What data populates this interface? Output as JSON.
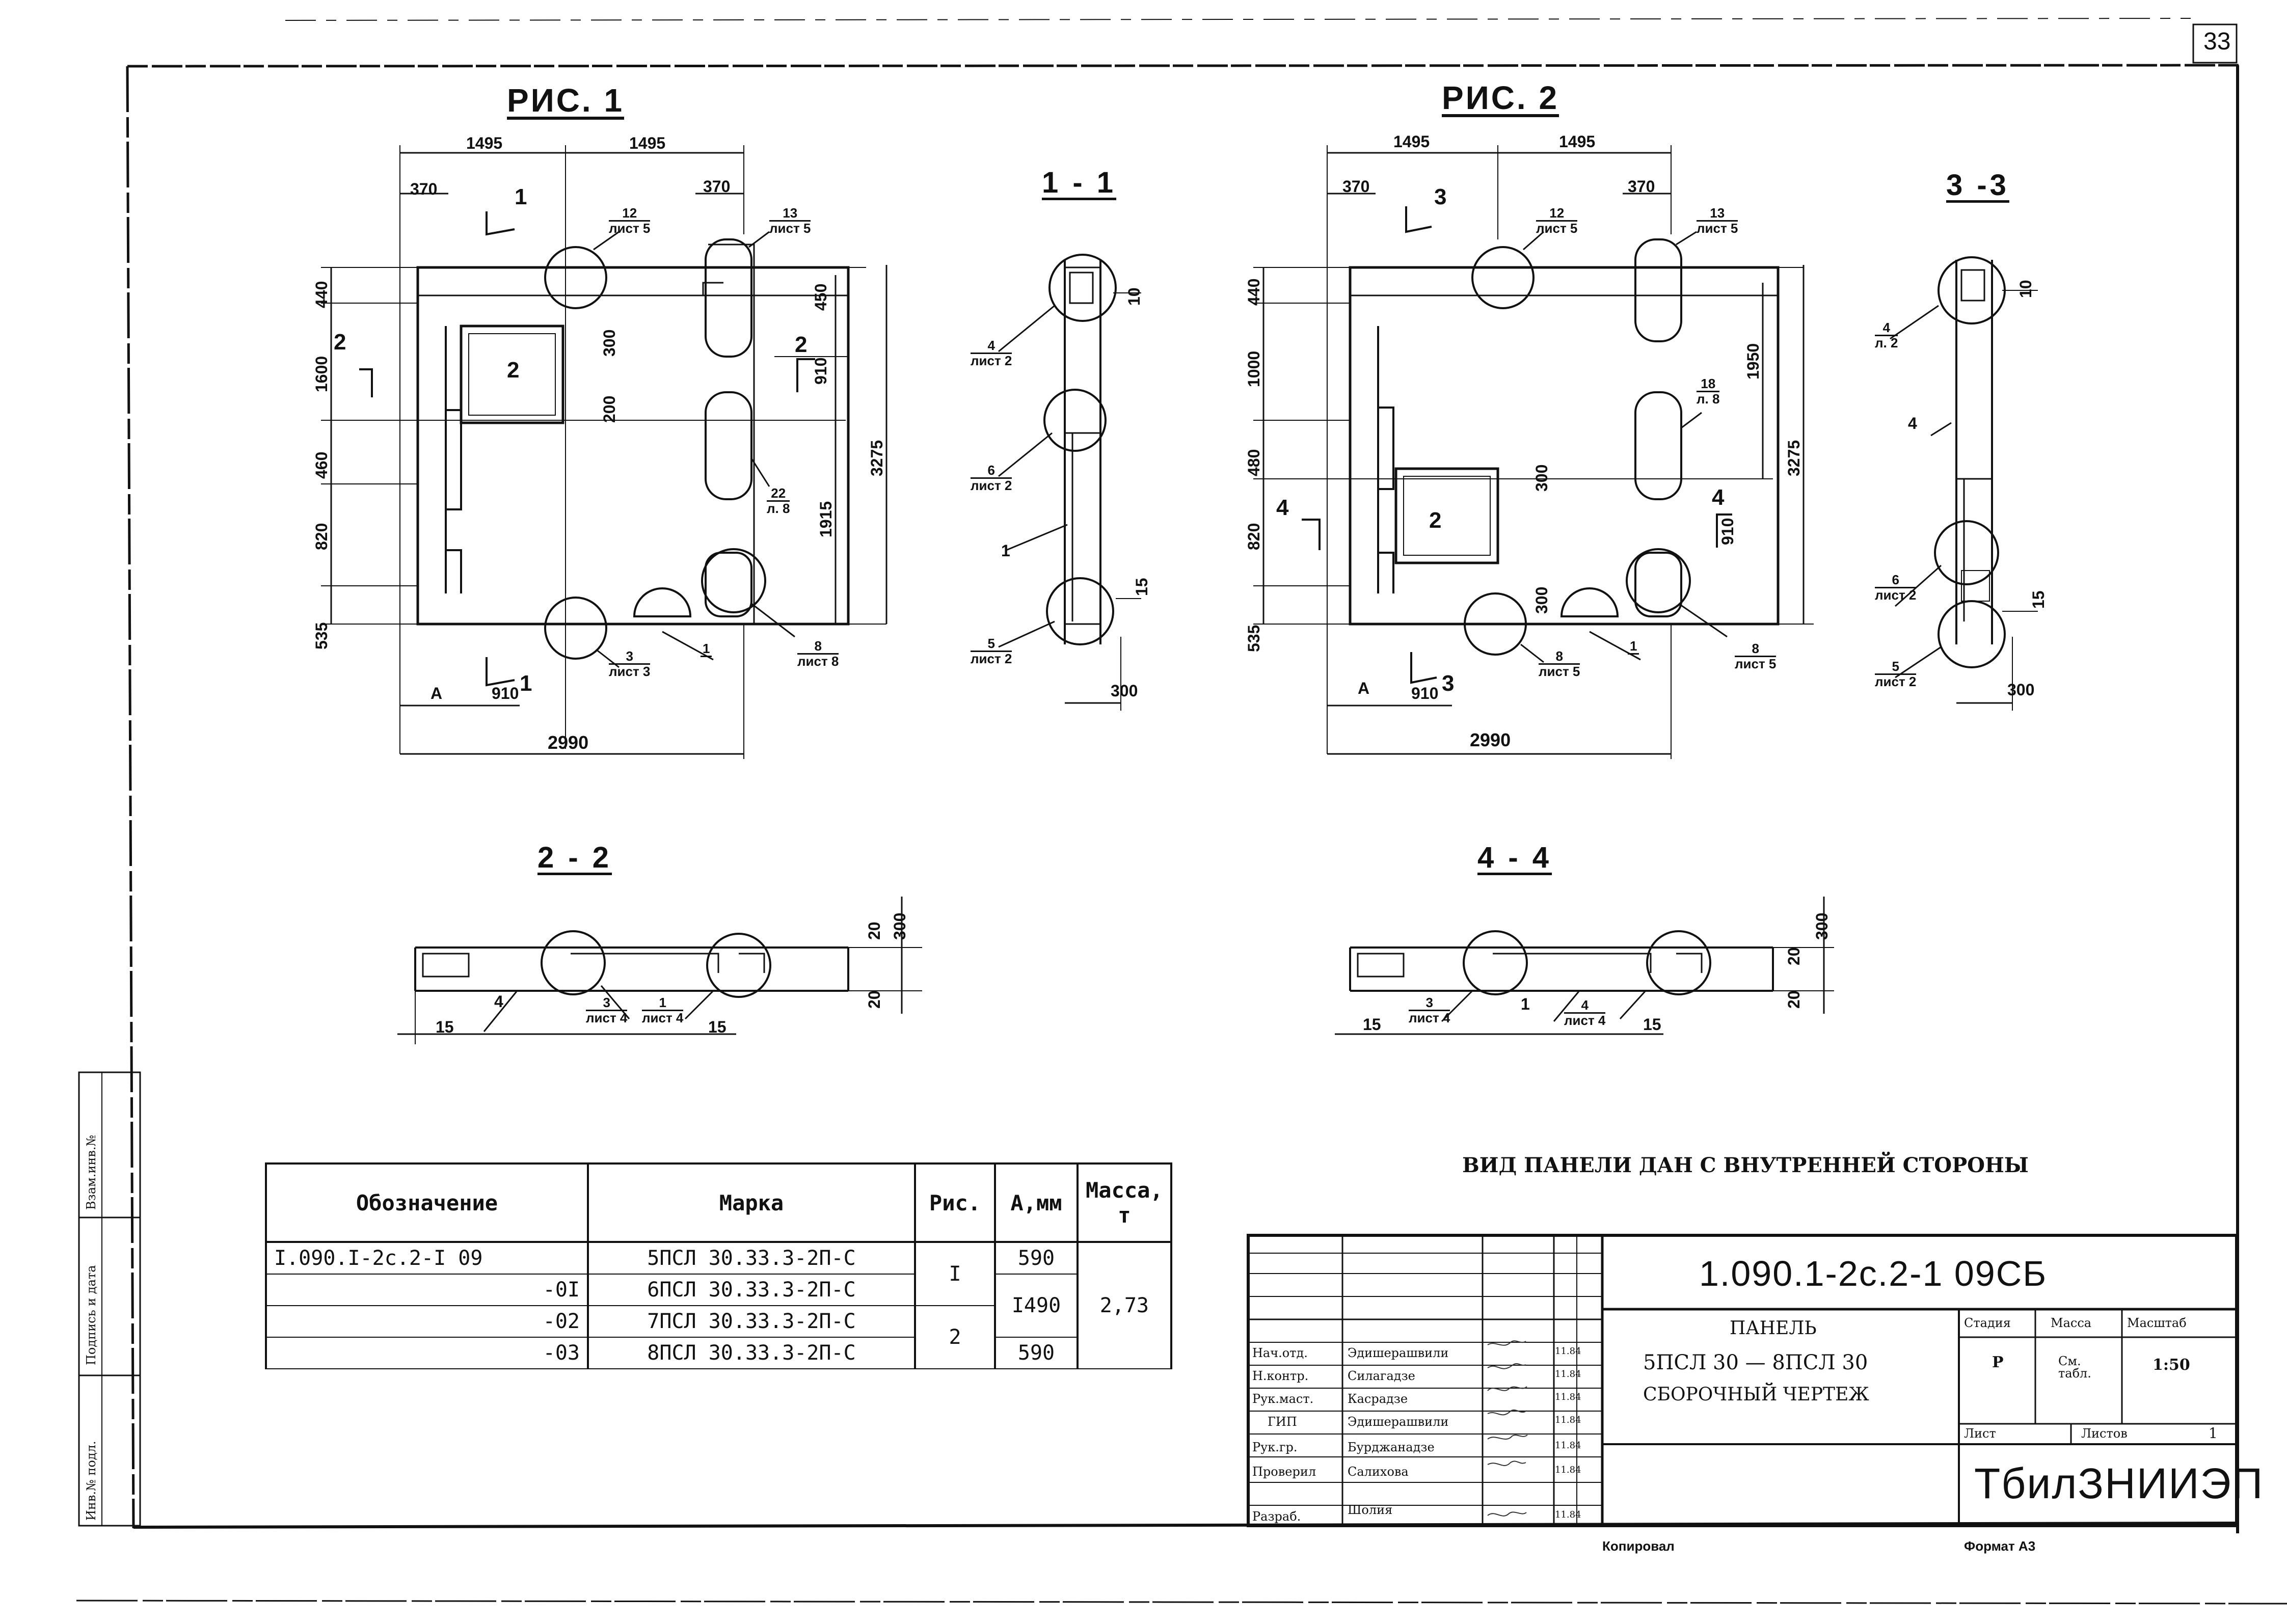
{
  "sheet": {
    "page_number": "33",
    "figure1_title": "РИС. 1",
    "figure2_title": "РИС. 2",
    "note": "ВИД ПАНЕЛИ ДАН С ВНУТРЕННЕЙ СТОРОНЫ"
  },
  "sections": {
    "s11": "1 - 1",
    "s22": "2 - 2",
    "s33": "3 -3",
    "s44": "4 - 4"
  },
  "fig1_dims": {
    "top_left": "1495",
    "top_right": "1495",
    "left_offset": "370",
    "right_offset": "370",
    "v1": "440",
    "v2": "1600",
    "v3": "460",
    "v4": "820",
    "v5": "535",
    "total_height": "3275",
    "opening_top": "300",
    "opening_bottom": "200",
    "r450": "450",
    "r910": "910",
    "r1915": "1915",
    "bottom_A": "A",
    "bottom_910": "910",
    "total_width": "2990",
    "cut1": "1",
    "cut2": "2",
    "opening_mark": "2"
  },
  "fig1_callouts": [
    {
      "n": "12",
      "s": "лист 5"
    },
    {
      "n": "13",
      "s": "лист 5"
    },
    {
      "n": "22",
      "s": "л. 8"
    },
    {
      "n": "3",
      "s": "лист 3"
    },
    {
      "n": "1",
      "s": ""
    },
    {
      "n": "8",
      "s": "лист 8"
    }
  ],
  "fig2_dims": {
    "top_left": "1495",
    "top_right": "1495",
    "left_offset": "370",
    "right_offset": "370",
    "v1": "440",
    "v2": "1000",
    "v3": "480",
    "v4": "820",
    "v5": "535",
    "total_height": "3275",
    "r1950": "1950",
    "r300a": "300",
    "r300b": "300",
    "r910": "910",
    "bottom_A": "A",
    "bottom_910": "910",
    "total_width": "2990",
    "cut3": "3",
    "cut4": "4",
    "opening_mark": "2"
  },
  "fig2_callouts": [
    {
      "n": "12",
      "s": "лист 5"
    },
    {
      "n": "13",
      "s": "лист 5"
    },
    {
      "n": "18",
      "s": "л. 8"
    },
    {
      "n": "8",
      "s": "лист 5"
    },
    {
      "n": "1",
      "s": ""
    },
    {
      "n": "8",
      "s": "лист 5"
    }
  ],
  "section11": {
    "c_top": {
      "n": "4",
      "s": "лист 2"
    },
    "c_mid": {
      "n": "6",
      "s": "лист 2"
    },
    "c_body": "1",
    "c_bot": {
      "n": "5",
      "s": "лист 2"
    },
    "d10": "10",
    "d15": "15",
    "d300": "300"
  },
  "section33": {
    "c_top": {
      "n": "4",
      "s": "л. 2"
    },
    "c_mid": "4",
    "c_low": {
      "n": "6",
      "s": "лист 2"
    },
    "c_bot": {
      "n": "5",
      "s": "лист 2"
    },
    "d10": "10",
    "d15": "15",
    "d300": "300"
  },
  "section22": {
    "d300": "300",
    "d20a": "20",
    "d20b": "20",
    "d15a": "15",
    "d15b": "15",
    "c4": "4",
    "c3": {
      "n": "3",
      "s": "лист 4"
    },
    "c1": {
      "n": "1",
      "s": "лист 4"
    }
  },
  "section44": {
    "d300": "300",
    "d20a": "20",
    "d20b": "20",
    "d15a": "15",
    "d15b": "15",
    "c3": {
      "n": "3",
      "s": "лист 4"
    },
    "c1": "1",
    "c4": {
      "n": "4",
      "s": "лист 4"
    }
  },
  "spec_table": {
    "headers": [
      "Обозначение",
      "Марка",
      "Рис.",
      "А,мм",
      "Масса, т"
    ],
    "rows": [
      [
        "I.090.I-2с.2-I 09",
        "5ПСЛ 30.33.3-2П-С",
        "590"
      ],
      [
        "-0I",
        "6ПСЛ 30.33.3-2П-С",
        ""
      ],
      [
        "-02",
        "7ПСЛ 30.33.3-2П-С",
        "I490"
      ],
      [
        "-03",
        "8ПСЛ 30.33.3-2П-С",
        "590"
      ]
    ],
    "fig_1": "I",
    "fig_2": "2",
    "mass": "2,73"
  },
  "title_block": {
    "code": "1.090.1-2с.2-1  09СБ",
    "name1": "ПАНЕЛЬ",
    "name2": "5ПСЛ 30 — 8ПСЛ 30",
    "name3": "СБОРОЧНЫЙ  ЧЕРТЕЖ",
    "stage_h": "Стадия",
    "mass_h": "Масса",
    "scale_h": "Масштаб",
    "stage": "Р",
    "mass": "См. табл.",
    "scale": "1:50",
    "sheet_l": "Лист",
    "sheets_l": "Листов",
    "sheets_v": "1",
    "org": "ТбилЗНИИЭП",
    "roles": [
      {
        "role": "Нач.отд.",
        "name": "Эдишерашвили",
        "date": "11.84"
      },
      {
        "role": "Н.контр.",
        "name": "Силагадзе",
        "date": "11.84"
      },
      {
        "role": "Рук.маст.",
        "name": "Касрадзе",
        "date": "11.84"
      },
      {
        "role": "ГИП",
        "name": "Эдишерашвили",
        "date": "11.84"
      },
      {
        "role": "Рук.гр.",
        "name": "Бурджанадзе",
        "date": "11.84"
      },
      {
        "role": "Проверил",
        "name": "Салихова",
        "date": "11.84"
      },
      {
        "role": "Разраб.",
        "name": "Шолия",
        "date": "11.84"
      }
    ],
    "copied": "Копировал",
    "format": "Формат А3"
  },
  "side_stamp": {
    "inv_orig": "Инв.№ подл.",
    "sign_date": "Подпись и дата",
    "inv_repl": "Взам.инв.№"
  }
}
